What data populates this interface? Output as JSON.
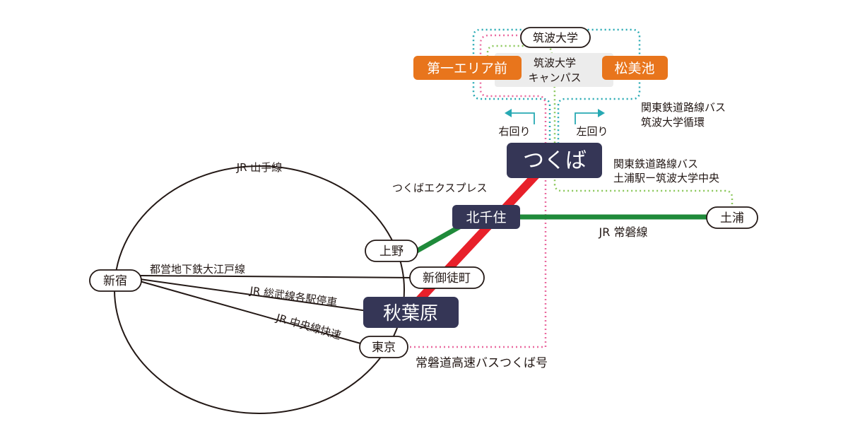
{
  "colors": {
    "dark_station": "#353656",
    "orange_stop": "#e8751c",
    "express_line": "#e8202a",
    "joban_line": "#1f8a3a",
    "loop_bus": "#27a9b3",
    "tsuchiura_bus": "#8cc85c",
    "highway_bus": "#ea6a9f",
    "campus_bg": "#ececec"
  },
  "stations": {
    "tsukuba": "つくば",
    "kitasenju": "北千住",
    "akihabara": "秋葉原",
    "ueno": "上野",
    "shinokachimachi": "新御徒町",
    "tokyo": "東京",
    "shinjuku": "新宿",
    "tsuchiura": "土浦",
    "tsukuba_daigaku": "筑波大学",
    "daiichi_area_mae": "第一エリア前",
    "matsumiike": "松美池"
  },
  "campus": {
    "line1": "筑波大学",
    "line2": "キャンパス"
  },
  "labels": {
    "yamanote": "JR 山手線",
    "oedo": "都営地下鉄大江戸線",
    "sobu": "JR 総武線各駅停車",
    "chuo": "JR 中央線快速",
    "tx": "つくばエクスプレス",
    "joban": "JR 常磐線",
    "highway_bus": "常磐道高速バスつくば号",
    "clockwise": "右回り",
    "counterclockwise": "左回り",
    "loop_bus_line1": "関東鉄道路線バス",
    "loop_bus_line2": "筑波大学循環",
    "tsuchiura_bus_line1": "関東鉄道路線バス",
    "tsuchiura_bus_line2": "土浦駅ー筑波大学中央"
  }
}
